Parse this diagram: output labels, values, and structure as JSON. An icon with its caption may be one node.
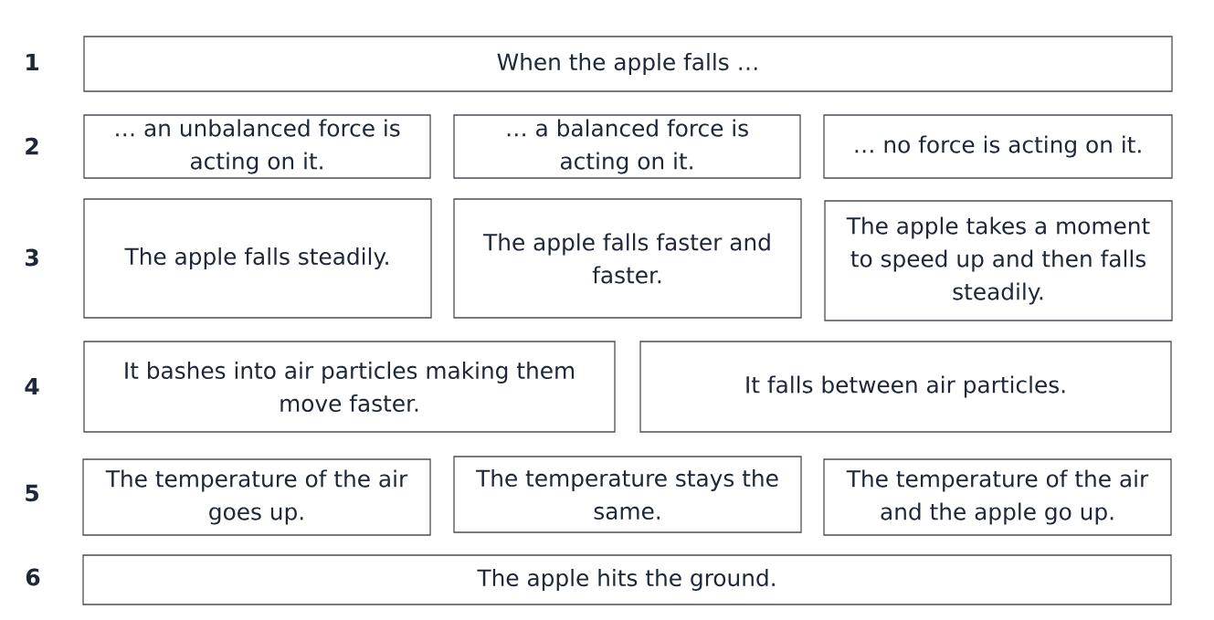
{
  "diagram": {
    "nodes": [
      {
        "text": [
          "When the apple falls …"
        ]
      },
      {
        "text": [
          "… an unbalanced force is acting on it."
        ]
      },
      {
        "text": [
          "… a balanced force is acting on it."
        ]
      },
      {
        "text": [
          "… no force is acting on it."
        ]
      },
      {
        "text": [
          "The apple falls steadily."
        ]
      },
      {
        "text": [
          "The apple falls faster and faster."
        ]
      },
      {
        "text": [
          "The apple takes a moment to speed up and then falls steadily."
        ]
      },
      {
        "text": [
          "It bashes into air particles making them move faster."
        ]
      },
      {
        "text": [
          "It falls between air particles."
        ]
      },
      {
        "text": [
          "The temperature of the air goes up."
        ]
      },
      {
        "text": [
          "The temperature stays the same."
        ]
      },
      {
        "text": [
          "The temperature of the air and the apple go up."
        ]
      },
      {
        "text": [
          "The apple hits the ground."
        ]
      }
    ],
    "labels": [
      "1",
      "2",
      "3",
      "4",
      "5",
      "6"
    ]
  }
}
